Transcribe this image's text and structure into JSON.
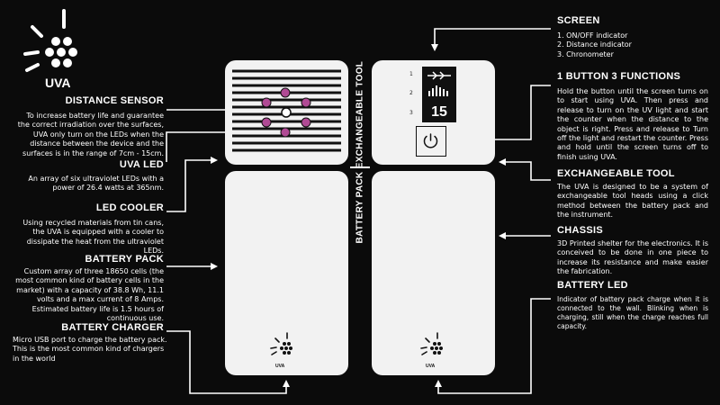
{
  "logo": {
    "text": "UVA"
  },
  "device": {
    "vertical_labels": {
      "top": "EXCHANGEABLE TOOL",
      "bottom": "BATTERY PACK"
    },
    "screen_rows": [
      "1",
      "2",
      "3"
    ],
    "screen_counter": "15",
    "panel_logo_text": "UVA"
  },
  "screen_info": {
    "title": "SCREEN",
    "items": [
      "1. ON/OFF indicator",
      "2. Distance indicator",
      "3. Chronometer"
    ]
  },
  "left_sections": [
    {
      "title": "DISTANCE SENSOR",
      "text": "To increase battery life and guarantee the correct irradiation over the surfaces, UVA only turn on the LEDs when the distance between the device and the surfaces is in the range of 7cm - 15cm."
    },
    {
      "title": "UVA LED",
      "text": "An array of six ultraviolet LEDs with a power of 26.4 watts at 365nm."
    },
    {
      "title": "LED COOLER",
      "text": "Using recycled materials from tin cans, the UVA is equipped with a cooler to dissipate the heat from the ultraviolet LEDs."
    },
    {
      "title": "BATTERY PACK",
      "text": "Custom array of three 18650 cells (the most common kind of battery cells in the market) with a capacity of 38.8 Wh, 11.1 volts and a max current of 8 Amps. Estimated battery life is 1.5 hours of continuous use."
    },
    {
      "title": "BATTERY CHARGER",
      "text": "Micro USB port to charge the battery pack. This is the most common kind of chargers in the world"
    }
  ],
  "right_sections": [
    {
      "title": "1 BUTTON 3 FUNCTIONS",
      "text": "Hold the button until the screen turns on to start using UVA. Then press and release to turn on the UV light and start the counter when the distance to the object is right. Press and release to Turn off the light and restart the counter. Press and hold until the screen turns off to finish using UVA."
    },
    {
      "title": "EXCHANGEABLE TOOL",
      "text": "The UVA is designed to be a system of exchangeable tool heads using a click method between the battery pack and the instrument."
    },
    {
      "title": "CHASSIS",
      "text": "3D Printed shelter for the electronics. It is conceived to be done in one piece to increase its resistance and make easier the fabrication."
    },
    {
      "title": "BATTERY LED",
      "text": "Indicator of battery pack charge when it is connected to the wall. Blinking when is charging, still when the charge reaches full capacity."
    }
  ],
  "colors": {
    "background": "#0b0b0b",
    "panel": "#f2f2f2",
    "led": "#b04a94",
    "text": "#ffffff"
  },
  "icons": [
    "uv-sun-icon",
    "power-icon",
    "signal-bars-icon",
    "arrow-icon"
  ]
}
